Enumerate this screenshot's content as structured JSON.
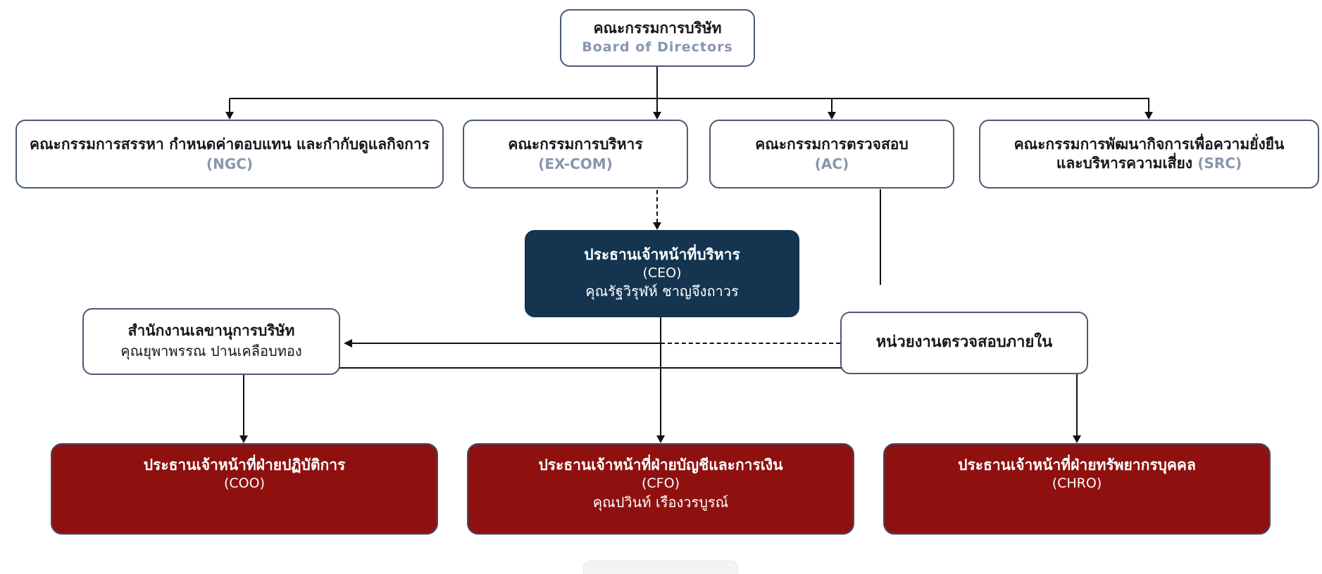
{
  "diagram": {
    "title": "Organization chart",
    "colors": {
      "box_border": "#4a5a74",
      "accent_text": "#8696ae",
      "dark_text": "#16161e",
      "navy_fill": "#14344f",
      "red_fill": "#8e1110",
      "connector": "#111111"
    },
    "nodes": {
      "board": {
        "title": "คณะกรรมการบริษัท",
        "subtitle": "Board of Directors"
      },
      "ngc": {
        "title": "คณะกรรมการสรรหา กำหนดค่าตอบแทน และกำกับดูแลกิจการ",
        "code": "(NGC)"
      },
      "excom": {
        "title": "คณะกรรมการบริหาร",
        "code": "(EX-COM)"
      },
      "ac": {
        "title": "คณะกรรมการตรวจสอบ",
        "code": "(AC)"
      },
      "src": {
        "title_line1": "คณะกรรมการพัฒนากิจการเพื่อความยั่งยืน",
        "title_line2": "และบริหารความเสี่ยง",
        "code": "(SRC)"
      },
      "ceo": {
        "title": "ประธานเจ้าหน้าที่บริหาร",
        "code": "(CEO)",
        "person": "คุณรัฐวิรุฬห์ ชาญจึงถาวร"
      },
      "secretary": {
        "title": "สำนักงานเลขานุการบริษัท",
        "person": "คุณยุพาพรรณ ปานเคลือบทอง"
      },
      "internal_audit": {
        "title": "หน่วยงานตรวจสอบภายใน"
      },
      "coo": {
        "title": "ประธานเจ้าหน้าที่ฝ่ายปฏิบัติการ",
        "code": "(COO)"
      },
      "cfo": {
        "title": "ประธานเจ้าหน้าที่ฝ่ายบัญชีและการเงิน",
        "code": "(CFO)",
        "person": "คุณปวินท์ เรืองวรบูรณ์"
      },
      "chro": {
        "title": "ประธานเจ้าหน้าที่ฝ่ายทรัพยากรบุคคล",
        "code": "(CHRO)"
      }
    }
  }
}
